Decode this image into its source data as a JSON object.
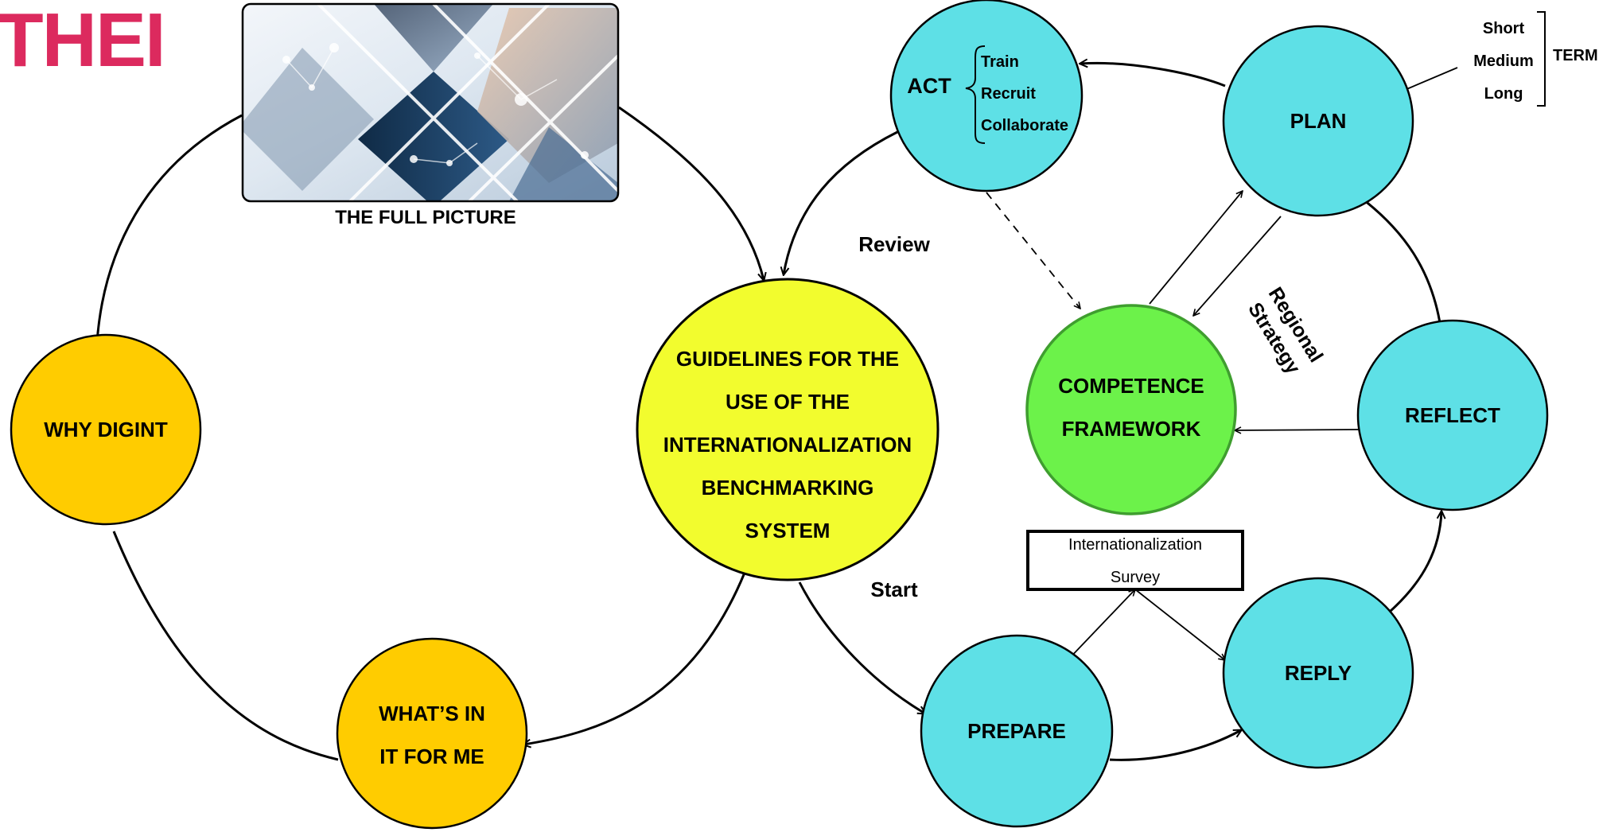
{
  "brand": {
    "logo_text": "THEI",
    "logo_color": "#dc2a5e"
  },
  "colors": {
    "cyan": "#5ee0e6",
    "orange": "#ffcc00",
    "yellow": "#f2fc2e",
    "green": "#6cf24a",
    "green_stroke": "#3f9e2f",
    "ink": "#000000"
  },
  "image": {
    "caption": "THE FULL PICTURE",
    "icon": "business-collage-image"
  },
  "nodes": {
    "why": "WHY DIGINT",
    "whats_in_1": "WHAT’S IN",
    "whats_in_2": "IT FOR ME",
    "guidelines": [
      "GUIDELINES FOR THE",
      "USE OF THE",
      "INTERNATIONALIZATION",
      "BENCHMARKING",
      "SYSTEM"
    ],
    "act": "ACT",
    "act_items": [
      "Train",
      "Recruit",
      "Collaborate"
    ],
    "plan": "PLAN",
    "reflect": "REFLECT",
    "reply": "REPLY",
    "prepare": "PREPARE",
    "competence_1": "COMPETENCE",
    "competence_2": "FRAMEWORK"
  },
  "labels": {
    "review": "Review",
    "start": "Start",
    "regional": "Regional",
    "strategy": "Strategy"
  },
  "term": {
    "items": [
      "Short",
      "Medium",
      "Long"
    ],
    "label": "TERM"
  },
  "survey": [
    "Internationalization",
    "Survey"
  ]
}
